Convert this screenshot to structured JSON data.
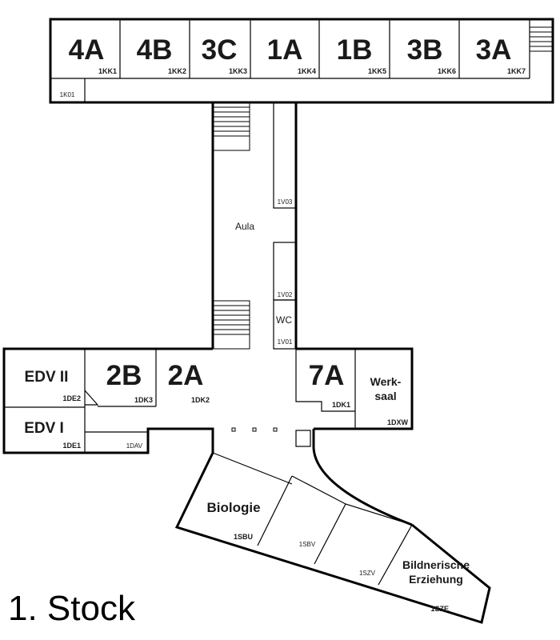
{
  "floor_title": "1. Stock",
  "top_rooms": [
    {
      "label": "4A",
      "code": "1KK1"
    },
    {
      "label": "4B",
      "code": "1KK2"
    },
    {
      "label": "3C",
      "code": "1KK3"
    },
    {
      "label": "1A",
      "code": "1KK4"
    },
    {
      "label": "1B",
      "code": "1KK5"
    },
    {
      "label": "3B",
      "code": "1KK6"
    },
    {
      "label": "3A",
      "code": "1KK7"
    }
  ],
  "corridor_code": "1K01",
  "aula_label": "Aula",
  "center_rooms": {
    "v03": "1V03",
    "v02": "1V02",
    "wc": "WC",
    "v01": "1V01"
  },
  "left_wing": {
    "edv2": {
      "label": "EDV II",
      "code": "1DE2"
    },
    "r2b": {
      "label": "2B",
      "code": "1DK3"
    },
    "r2a": {
      "label": "2A",
      "code": "1DK2"
    },
    "edv1": {
      "label": "EDV I",
      "code": "1DE1"
    },
    "dav": "1DAV"
  },
  "right_wing": {
    "r7a": {
      "label": "7A",
      "code": "1DK1"
    },
    "werk_line1": "Werk-",
    "werk_line2": "saal",
    "werk_code": "1DXW"
  },
  "south_wing": {
    "biologie": {
      "label": "Biologie",
      "code": "1SBU"
    },
    "sbv": "1SBV",
    "szv": "1SZV",
    "bild_line1": "Bildnerische",
    "bild_line2": "Erziehung",
    "bild_code": "1SZE"
  }
}
